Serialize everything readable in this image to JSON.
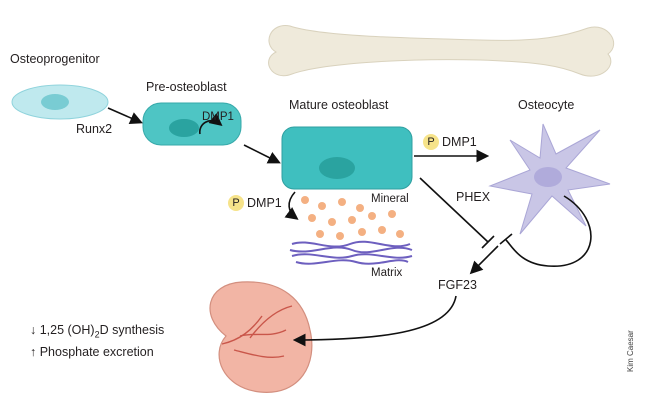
{
  "labels": {
    "osteoprogenitor": "Osteoprogenitor",
    "runx2": "Runx2",
    "pre_osteoblast": "Pre-osteoblast",
    "dmp1_inner": "DMP1",
    "mature_osteoblast": "Mature osteoblast",
    "osteocyte": "Osteocyte",
    "p_dmp1_top": "DMP1",
    "p_dmp1_left": "DMP1",
    "phosphate_symbol": "P",
    "mineral": "Mineral",
    "matrix": "Matrix",
    "phex": "PHEX",
    "fgf23": "FGF23",
    "effect_line1_prefix": "↓ 1,25 (OH)",
    "effect_line1_sub": "2",
    "effect_line1_suffix": "D synthesis",
    "effect_line2": "↑ Phosphate excretion",
    "credit": "Kim Caesar"
  },
  "colors": {
    "cell_fill": "#3fbfbf",
    "cell_light": "#bfe9ee",
    "nucleus": "#2aa3a0",
    "osteocyte": "#c9c6e6",
    "bone": "#efeadb",
    "mineral": "#f4b082",
    "matrix": "#6d5fbf",
    "kidney": "#f2b5a5",
    "phosphate_circle": "#f6e38a"
  }
}
